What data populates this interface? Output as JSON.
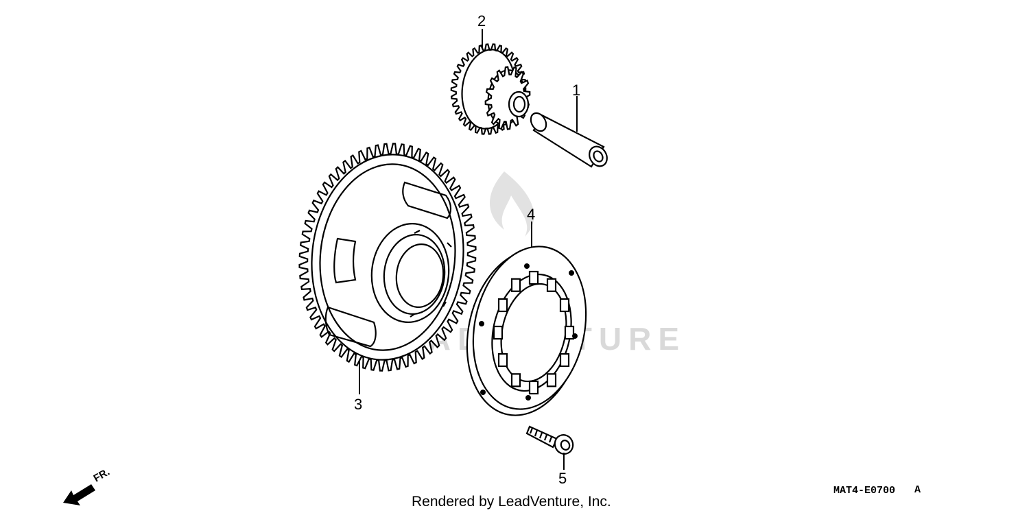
{
  "diagram": {
    "watermark": "LEADVENTURE",
    "credit": "Rendered by LeadVenture, Inc.",
    "code": "MAT4-E0700",
    "revision": "A",
    "front_arrow": "FR.",
    "callouts": [
      "1",
      "2",
      "3",
      "4",
      "5"
    ]
  }
}
